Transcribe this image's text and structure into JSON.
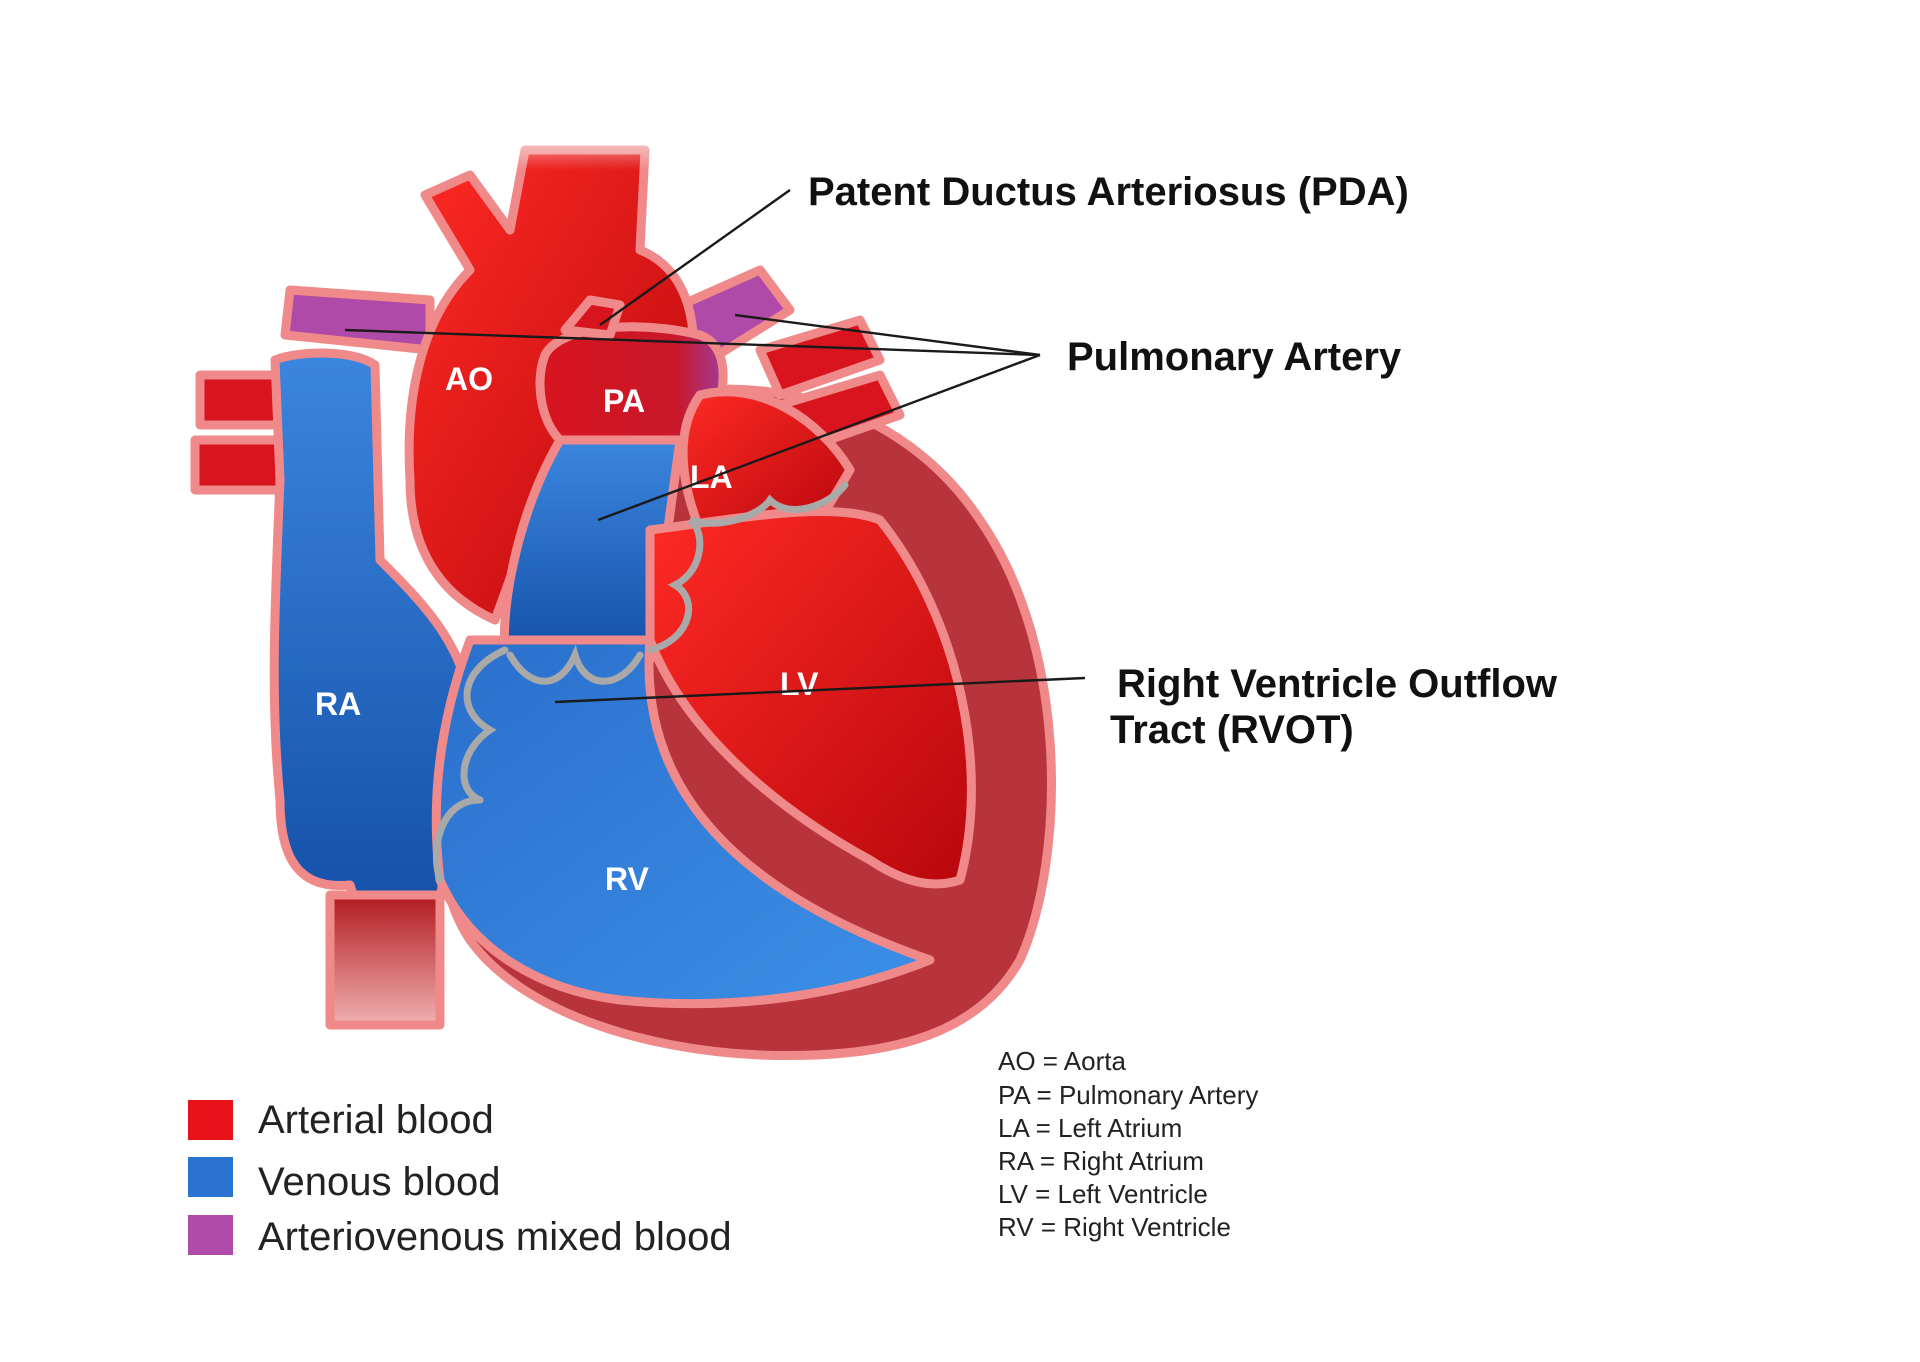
{
  "callouts": {
    "pda": "Patent Ductus Arteriosus (PDA)",
    "pulmonary_artery": "Pulmonary Artery",
    "rvot_line1": "Right Ventricle Outflow",
    "rvot_line2": "Tract (RVOT)"
  },
  "chambers": {
    "ao": "AO",
    "pa": "PA",
    "la": "LA",
    "ra": "RA",
    "lv": "LV",
    "rv": "RV"
  },
  "legend": [
    {
      "label": "Arterial blood",
      "color": "#e8121a"
    },
    {
      "label": "Venous blood",
      "color": "#2a73d0"
    },
    {
      "label": "Arteriovenous mixed blood",
      "color": "#b04aa8"
    }
  ],
  "abbreviations": [
    "AO = Aorta",
    "PA  = Pulmonary Artery",
    "LA  = Left Atrium",
    "RA = Right Atrium",
    "LV  = Left Ventricle",
    "RV = Right Ventricle"
  ],
  "colors": {
    "arterial": "#e8121a",
    "venous": "#2a73d0",
    "mixed": "#b04aa8",
    "wall": "#b8343c",
    "rim": "#f08a8a",
    "valve": "#a9a9a9"
  }
}
